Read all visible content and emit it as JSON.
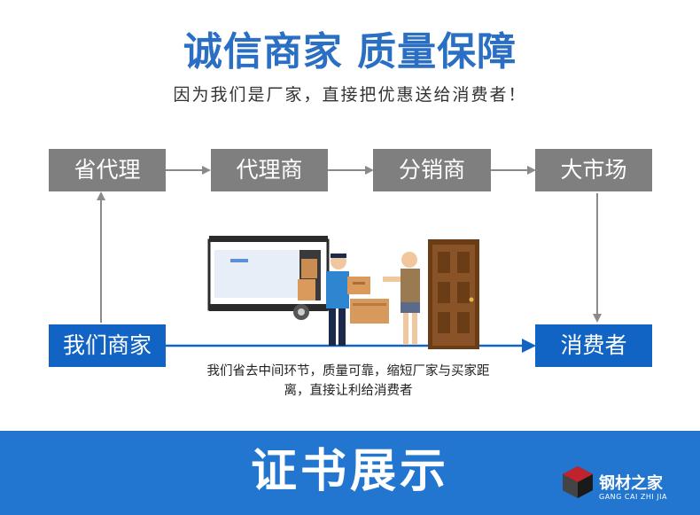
{
  "header": {
    "title": "诚信商家 质量保障",
    "subtitle": "因为我们是厂家，直接把优惠送给消费者！"
  },
  "flow": {
    "top_row": [
      "省代理",
      "代理商",
      "分销商",
      "大市场"
    ],
    "left_node": "我们商家",
    "right_node": "消费者",
    "note_line1": "我们省去中间环节，质量可靠，缩短厂家与买家距",
    "note_line2": "离，直接让利给消费者"
  },
  "banner": {
    "title": "证书展示",
    "logo_text": "钢材之家",
    "logo_sub": "GANG CAI ZHI JIA"
  },
  "colors": {
    "accent_blue": "#1163c4",
    "title_blue": "#2a6fc4",
    "node_gray": "#7f7f7f",
    "banner_blue": "#2276d0"
  }
}
